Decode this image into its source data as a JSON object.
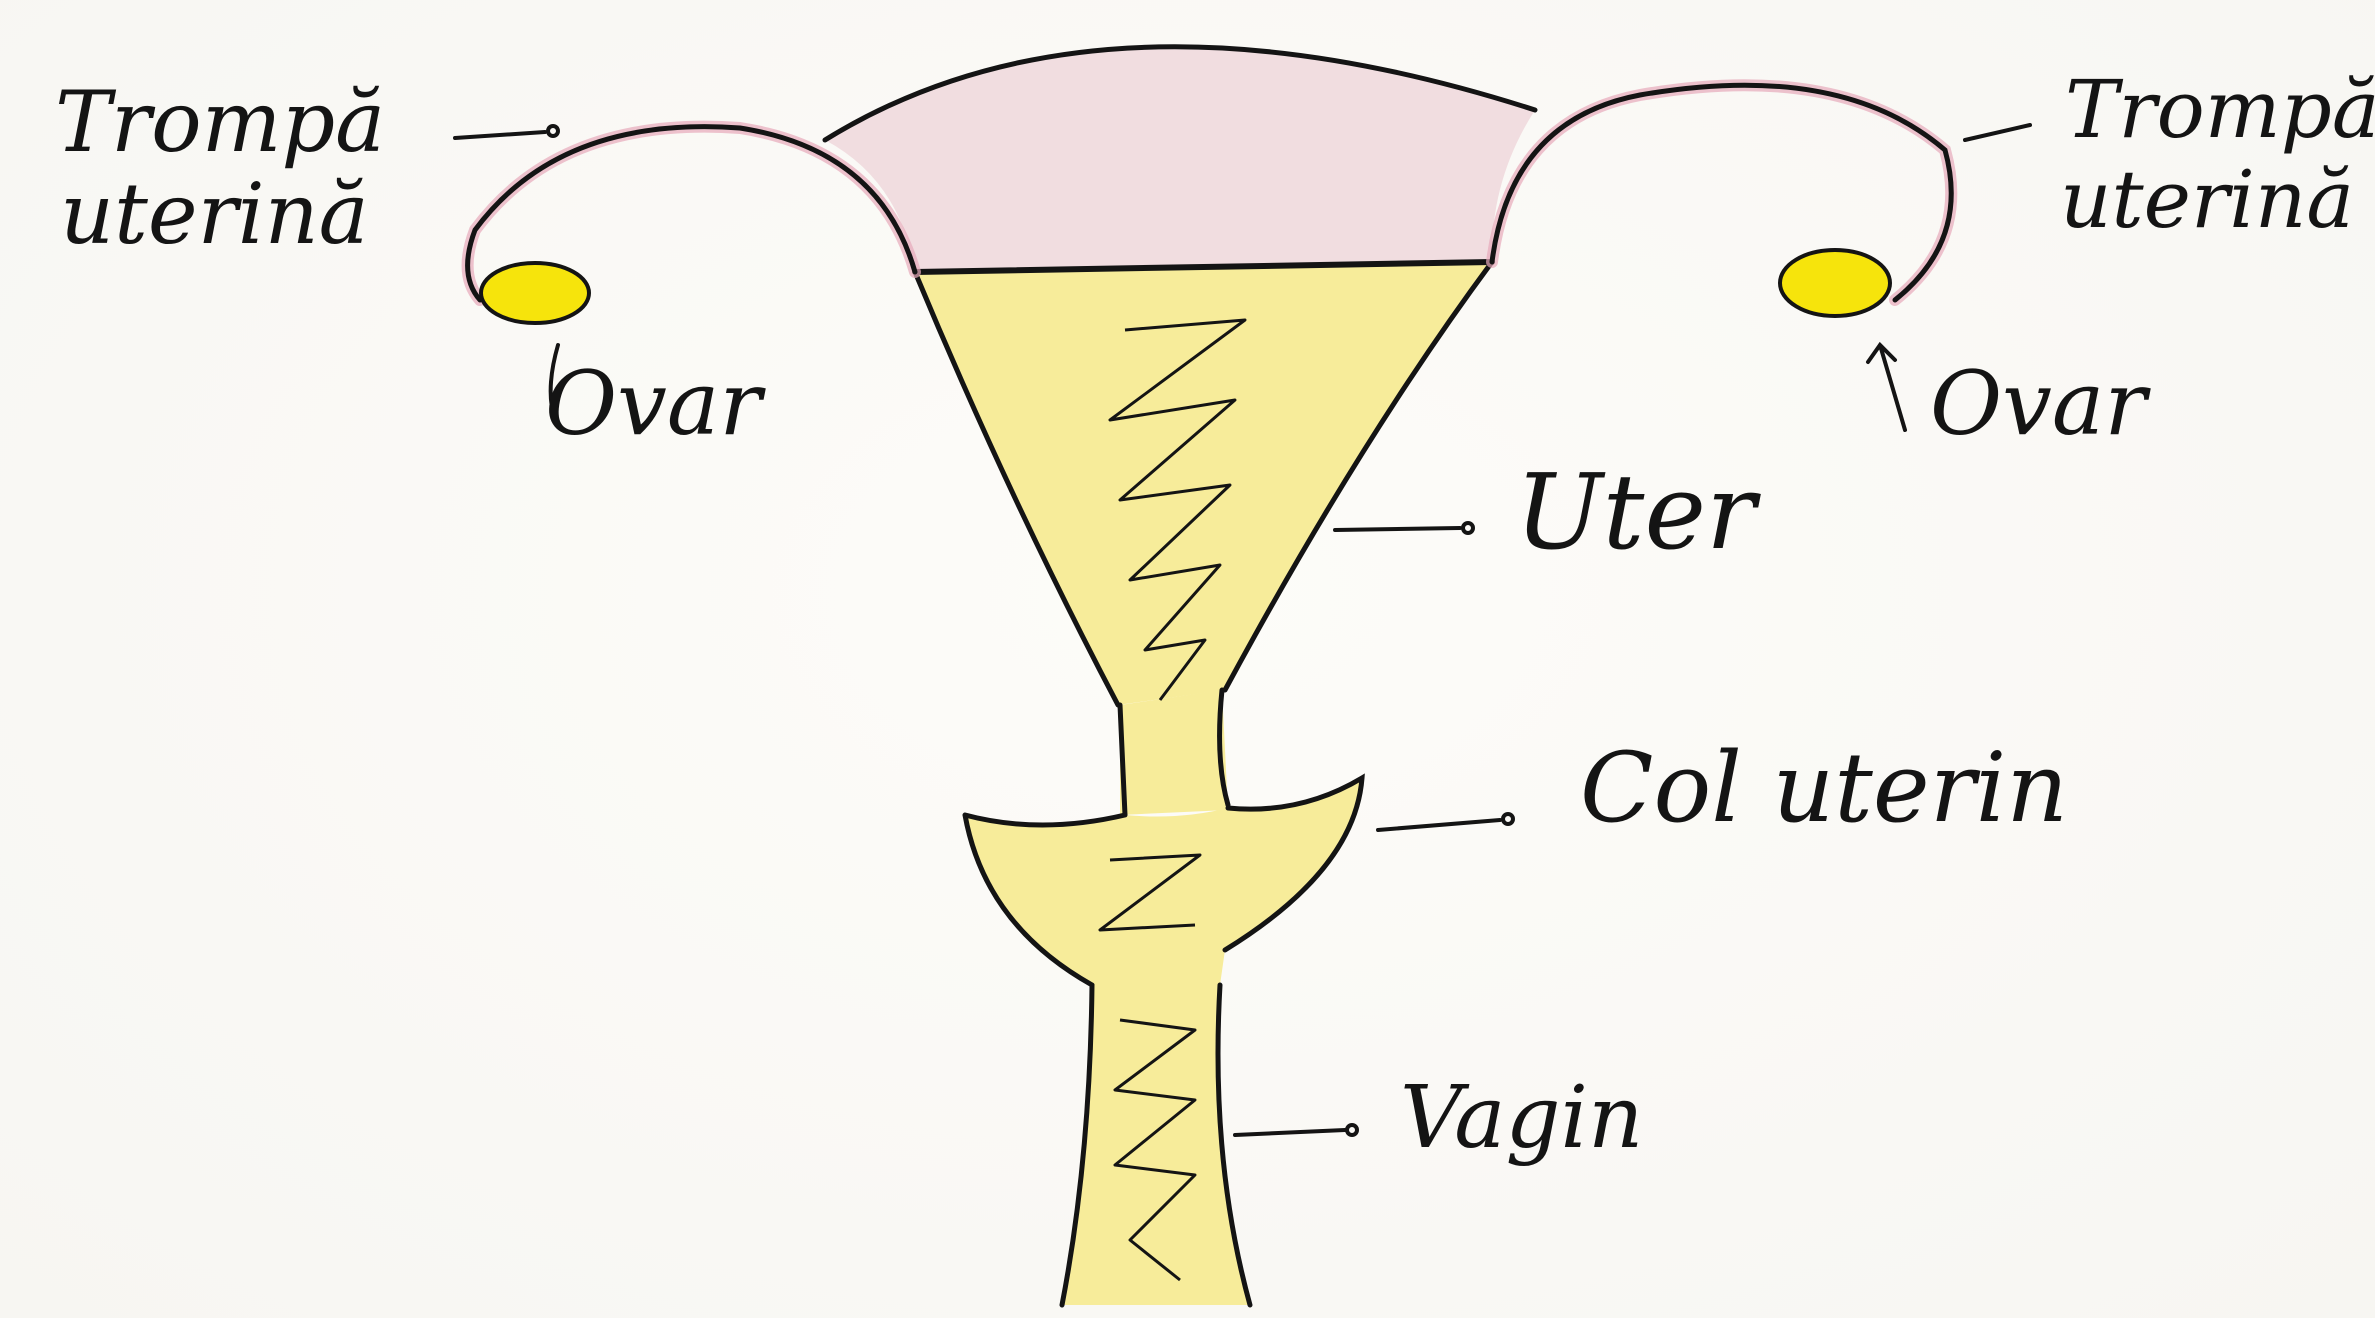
{
  "diagram": {
    "labels": {
      "trompa_left_line1": "Trompă",
      "trompa_left_line2": "uterină",
      "trompa_right_line1": "Trompă",
      "trompa_right_line2": "uterină",
      "ovar_left": "Ovar",
      "ovar_right": "Ovar",
      "uter": "Uter",
      "col_uterin": "Col uterin",
      "vagin": "Vagin"
    },
    "colors": {
      "ink": "#141414",
      "fundus_fill": "#f1dde0",
      "tube_pink": "#e7a9bb",
      "ovary_yellow": "#f6e40c",
      "uterus_yellow": "#f7ec9a",
      "background": "#fbfaf7"
    }
  }
}
